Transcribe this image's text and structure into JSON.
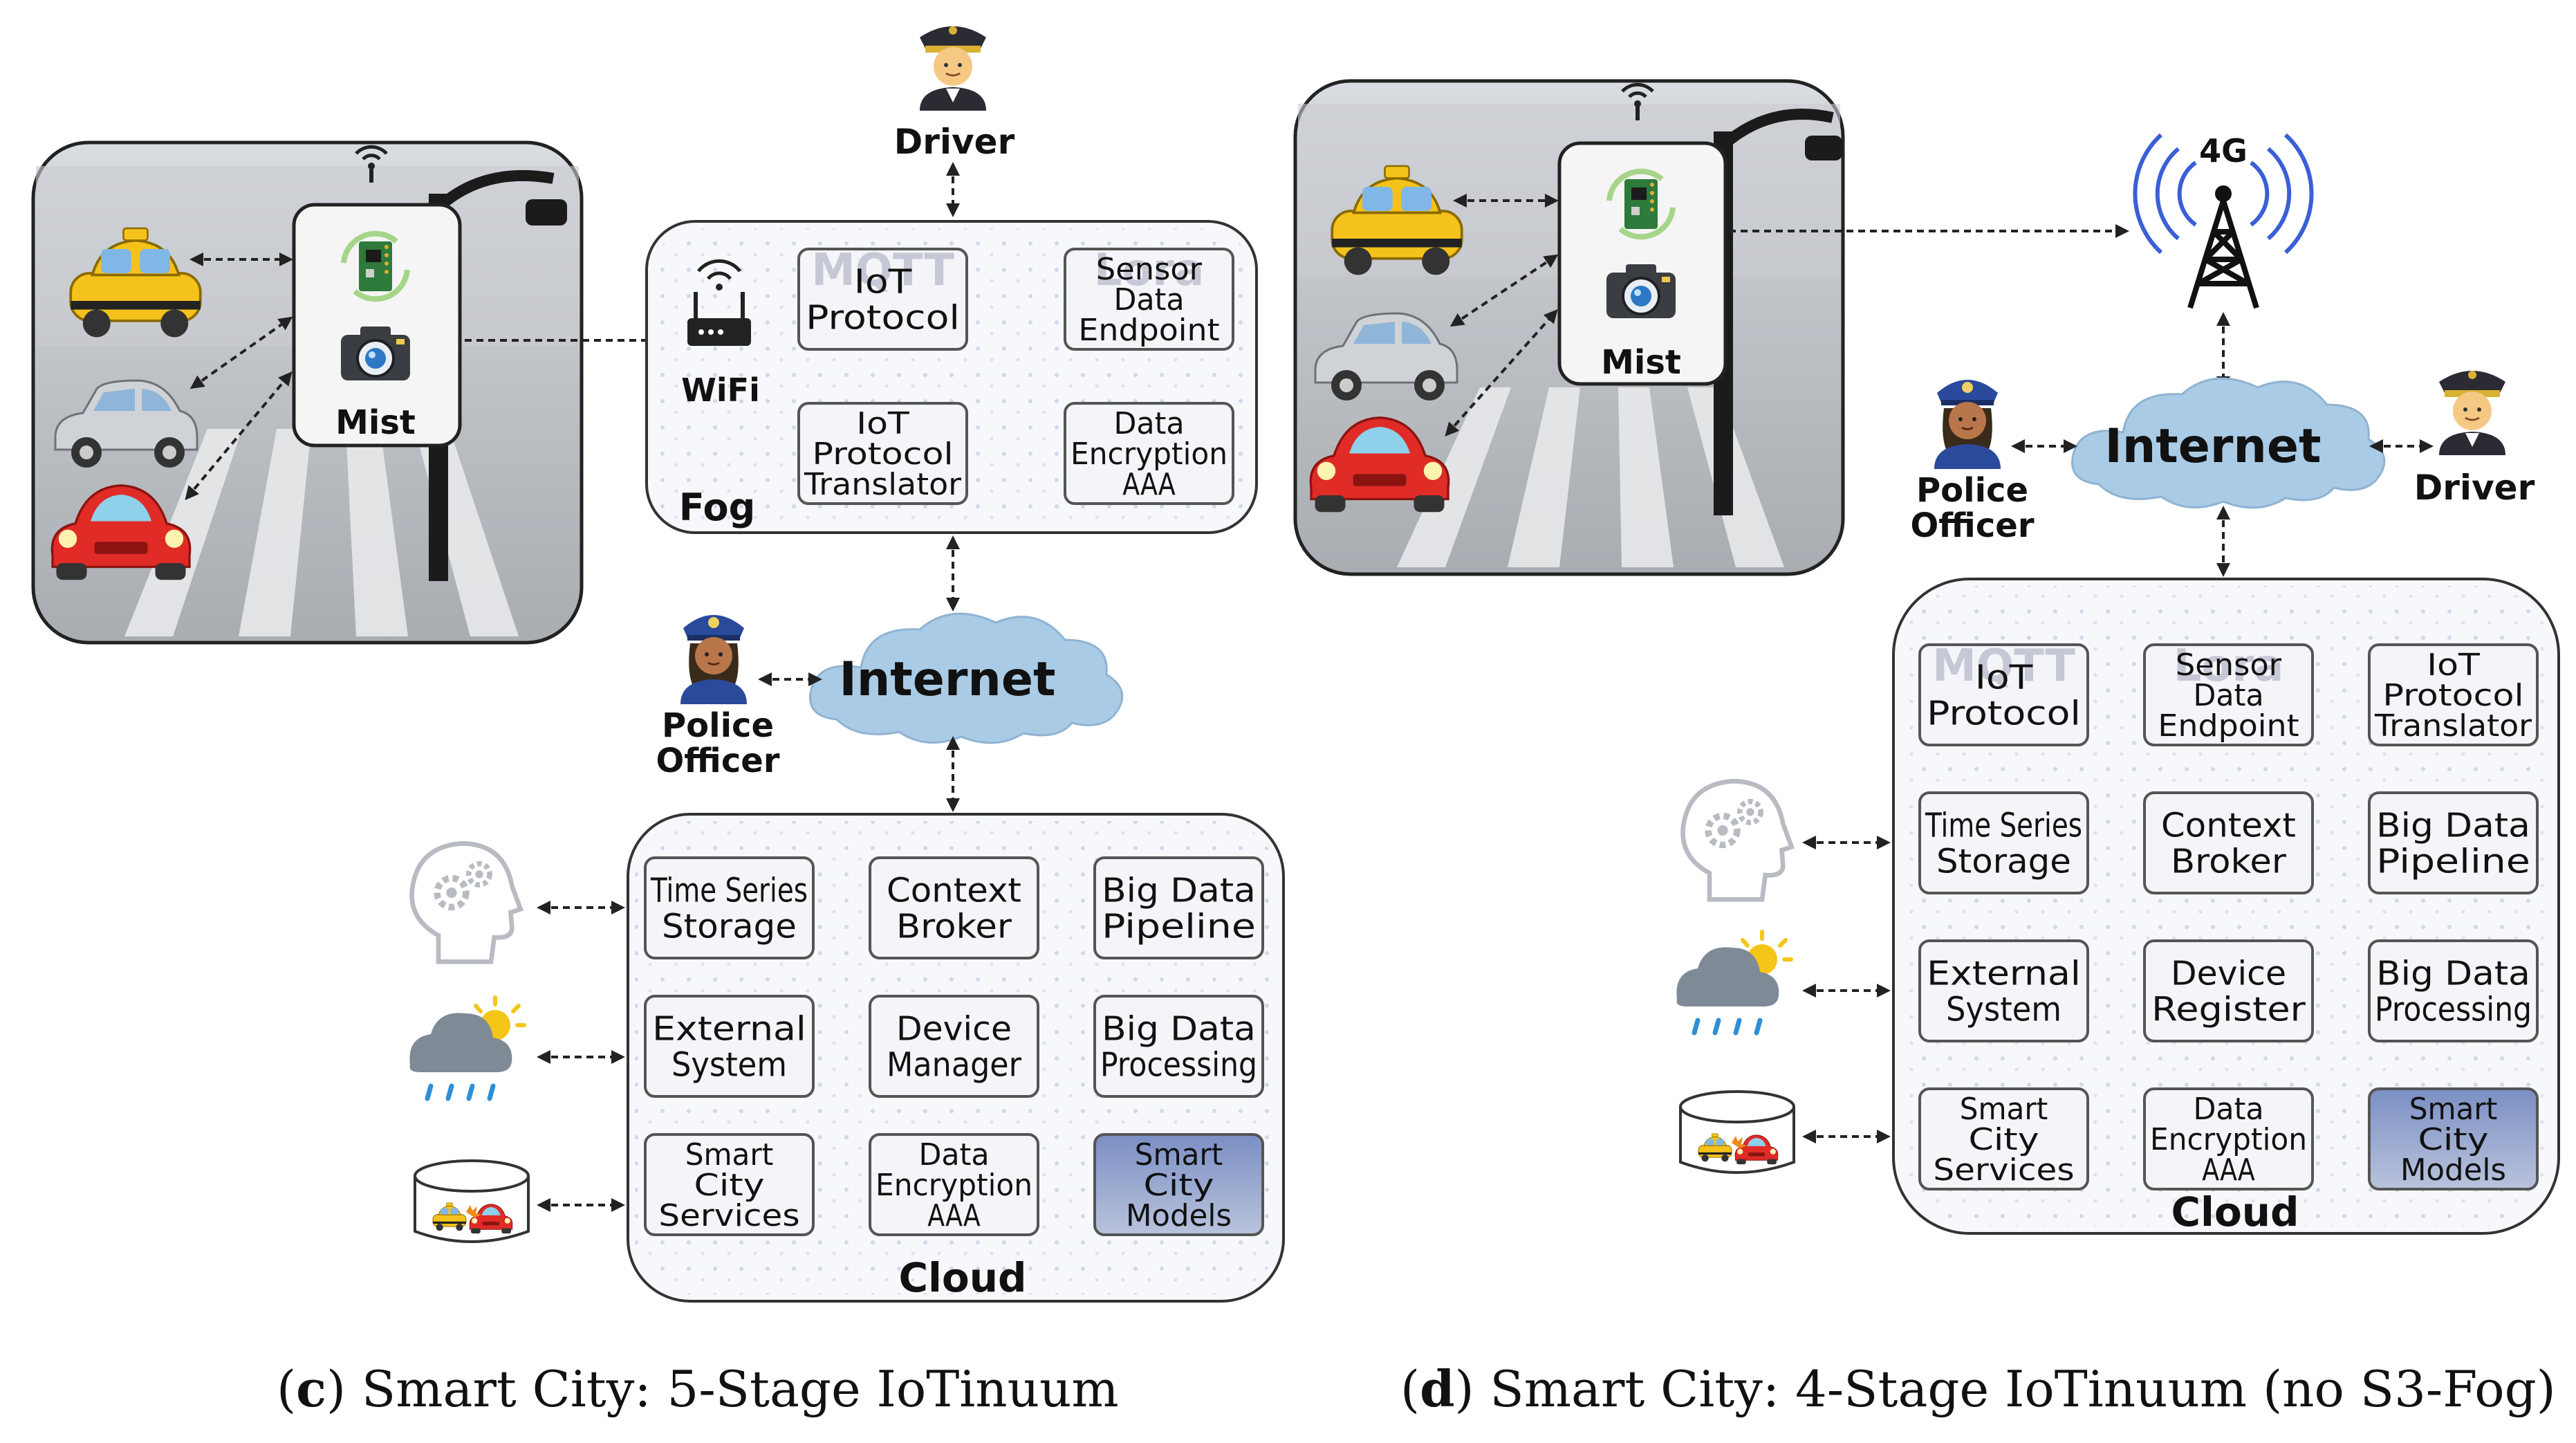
{
  "left": {
    "mist": "Mist",
    "wifi": "WiFi",
    "driver": "Driver",
    "police": [
      "Police",
      "Officer"
    ],
    "internet": "Internet",
    "fog": {
      "label": "Fog",
      "modules": [
        {
          "lines": [
            "IoT",
            "Protocol"
          ],
          "watermark": "MQTT"
        },
        {
          "lines": [
            "Sensor",
            "Data",
            "Endpoint"
          ],
          "watermark": "Lora"
        },
        {
          "lines": [
            "IoT",
            "Protocol",
            "Translator"
          ]
        },
        {
          "lines": [
            "Data",
            "Encryption",
            "AAA"
          ]
        }
      ]
    },
    "cloud": {
      "label": "Cloud",
      "modules": [
        {
          "lines": [
            "Time Series",
            "Storage"
          ]
        },
        {
          "lines": [
            "Context",
            "Broker"
          ]
        },
        {
          "lines": [
            "Big Data",
            "Pipeline"
          ]
        },
        {
          "lines": [
            "External",
            "System"
          ]
        },
        {
          "lines": [
            "Device",
            "Manager"
          ]
        },
        {
          "lines": [
            "Big Data",
            "Processing"
          ]
        },
        {
          "lines": [
            "Smart",
            "City",
            "Services"
          ]
        },
        {
          "lines": [
            "Data",
            "Encryption",
            "AAA"
          ]
        },
        {
          "lines": [
            "Smart",
            "City",
            "Models"
          ]
        }
      ]
    },
    "caption": {
      "letter": "c",
      "text": ") Smart City: 5-Stage IoTinuum"
    }
  },
  "right": {
    "mist": "Mist",
    "tower": "4G",
    "driver": "Driver",
    "police": [
      "Police",
      "Officer"
    ],
    "internet": "Internet",
    "cloud": {
      "label": "Cloud",
      "modules": [
        {
          "lines": [
            "IoT",
            "Protocol"
          ],
          "watermark": "MQTT"
        },
        {
          "lines": [
            "Sensor",
            "Data",
            "Endpoint"
          ],
          "watermark": "Lora"
        },
        {
          "lines": [
            "IoT",
            "Protocol",
            "Translator"
          ]
        },
        {
          "lines": [
            "Time Series",
            "Storage"
          ]
        },
        {
          "lines": [
            "Context",
            "Broker"
          ]
        },
        {
          "lines": [
            "Big Data",
            "Pipeline"
          ]
        },
        {
          "lines": [
            "External",
            "System"
          ]
        },
        {
          "lines": [
            "Device",
            "Register"
          ]
        },
        {
          "lines": [
            "Big Data",
            "Processing"
          ]
        },
        {
          "lines": [
            "Smart",
            "City",
            "Services"
          ]
        },
        {
          "lines": [
            "Data",
            "Encryption",
            "AAA"
          ]
        },
        {
          "lines": [
            "Smart",
            "City",
            "Models"
          ]
        }
      ]
    },
    "caption": {
      "letter": "d",
      "text": ") Smart City: 4-Stage IoTinuum (no S3-Fog)"
    }
  },
  "colors": {
    "cloud_fill": "#a9cbe6",
    "taxi": "#f4c21b",
    "red_car": "#e02b26",
    "silver_car": "#cfd2d6",
    "tower": "#3a5fd6",
    "box_stroke": "#333333",
    "module_fill": "#f4f5f8"
  }
}
